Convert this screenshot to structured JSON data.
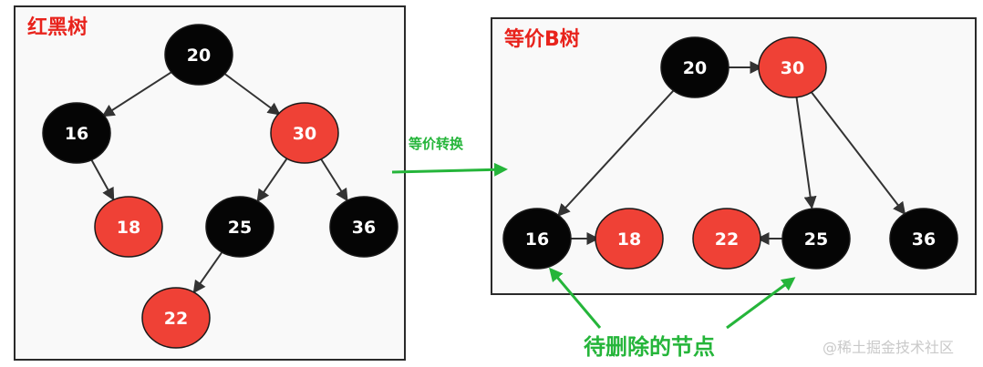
{
  "colors": {
    "red_node": "#ef4136",
    "black_node": "#050505",
    "node_text": "#ffffff",
    "panel_bg": "#f9f9f9",
    "panel_border": "#2a2a2a",
    "title_red": "#e8231c",
    "arrow": "#333333",
    "green": "#25b53a"
  },
  "left_panel": {
    "title": "红黑树",
    "nodes": {
      "n20": {
        "label": "20",
        "color": "black"
      },
      "n16": {
        "label": "16",
        "color": "black"
      },
      "n30": {
        "label": "30",
        "color": "red"
      },
      "n18": {
        "label": "18",
        "color": "red"
      },
      "n25": {
        "label": "25",
        "color": "black"
      },
      "n36": {
        "label": "36",
        "color": "black"
      },
      "n22": {
        "label": "22",
        "color": "red"
      }
    },
    "edges": [
      [
        "n20",
        "n16"
      ],
      [
        "n20",
        "n30"
      ],
      [
        "n16",
        "n18"
      ],
      [
        "n30",
        "n25"
      ],
      [
        "n30",
        "n36"
      ],
      [
        "n25",
        "n22"
      ]
    ]
  },
  "right_panel": {
    "title": "等价B树",
    "nodes": {
      "b20": {
        "label": "20",
        "color": "black"
      },
      "b30": {
        "label": "30",
        "color": "red"
      },
      "b16": {
        "label": "16",
        "color": "black"
      },
      "b18": {
        "label": "18",
        "color": "red"
      },
      "b22": {
        "label": "22",
        "color": "red"
      },
      "b25": {
        "label": "25",
        "color": "black"
      },
      "b36": {
        "label": "36",
        "color": "black"
      }
    },
    "edges": [
      [
        "b20",
        "b30"
      ],
      [
        "b20",
        "b16"
      ],
      [
        "b30",
        "b25"
      ],
      [
        "b30",
        "b36"
      ],
      [
        "b16",
        "b18"
      ],
      [
        "b25",
        "b22"
      ]
    ]
  },
  "transform_label": "等价转换",
  "delete_label": "待删除的节点",
  "watermark": "@稀土掘金技术社区"
}
